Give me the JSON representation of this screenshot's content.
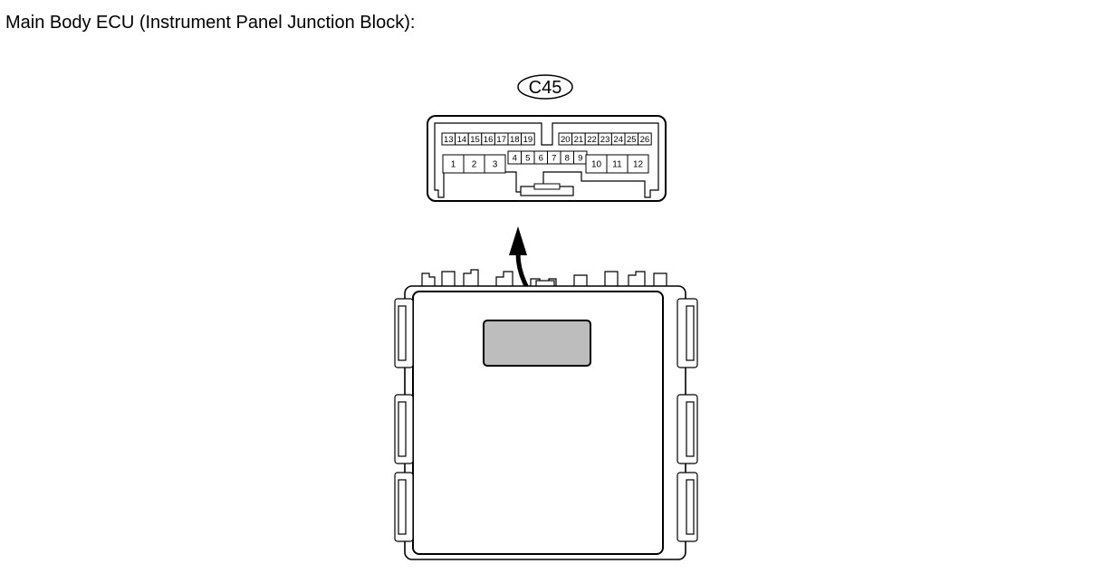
{
  "title": "Main Body ECU (Instrument Panel Junction Block):",
  "connector": {
    "id": "C45",
    "top_left_pins": [
      "13",
      "14",
      "15",
      "16",
      "17",
      "18",
      "19"
    ],
    "top_right_pins": [
      "20",
      "21",
      "22",
      "23",
      "24",
      "25",
      "26"
    ],
    "bottom_left_pins": [
      "1",
      "2",
      "3"
    ],
    "bottom_middle_pins": [
      "4",
      "5",
      "6",
      "7",
      "8",
      "9"
    ],
    "bottom_right_pins": [
      "10",
      "11",
      "12"
    ]
  },
  "colors": {
    "line": "#000000",
    "highlight": "#bdbdbd"
  }
}
